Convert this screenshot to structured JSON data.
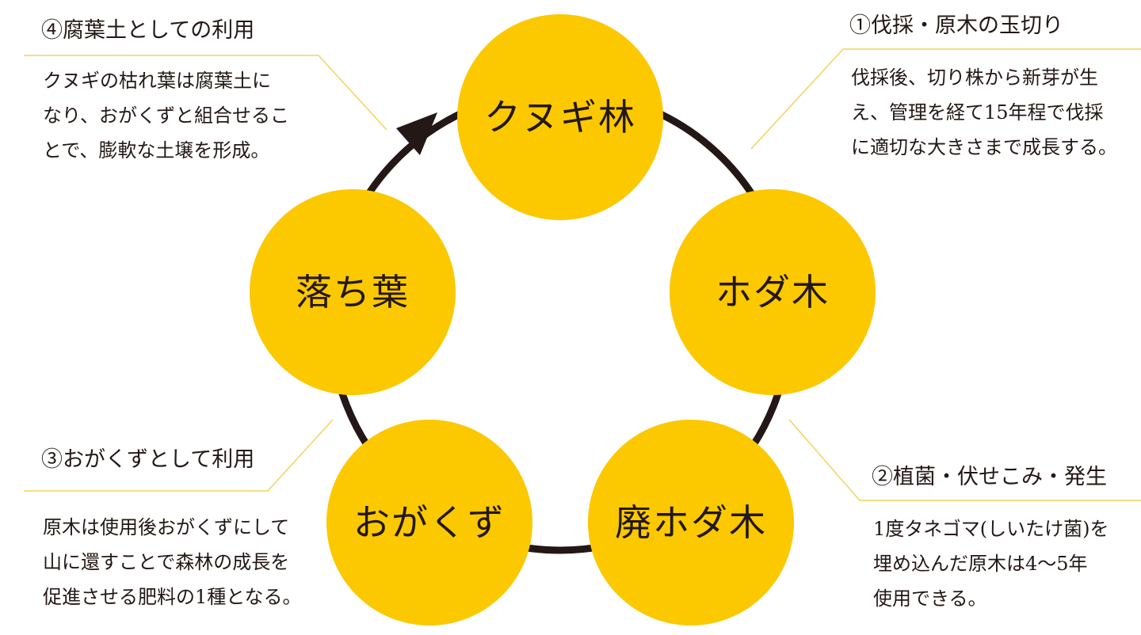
{
  "colors": {
    "circle": "#FCC800",
    "ring": "#231815",
    "leader": "#F2D35A",
    "text": "#231815"
  },
  "nodes": {
    "forest": "クヌギ林",
    "hodagi": "ホダ木",
    "old_hodagi": "廃ホダ木",
    "sawdust": "おがくず",
    "fallen_leaves": "落ち葉"
  },
  "steps": {
    "s1": {
      "heading": "①伐採・原木の玉切り",
      "lines": [
        "伐採後、切り株から新芽が生",
        "え、管理を経て15年程で伐採",
        "に適切な大きさまで成長する。"
      ]
    },
    "s2": {
      "heading": "②植菌・伏せこみ・発生",
      "lines": [
        "1度タネゴマ(しいたけ菌)を",
        "埋め込んだ原木は4〜5年",
        "使用できる。"
      ]
    },
    "s3": {
      "heading": "③おがくずとして利用",
      "lines": [
        "原木は使用後おがくずにして",
        "山に還すことで森林の成長を",
        "促進させる肥料の1種となる。"
      ]
    },
    "s4": {
      "heading": "④腐葉土としての利用",
      "lines": [
        "クヌギの枯れ葉は腐葉土に",
        "なり、おがくずと組合せるこ",
        "とで、膨軟な土壌を形成。"
      ]
    }
  }
}
